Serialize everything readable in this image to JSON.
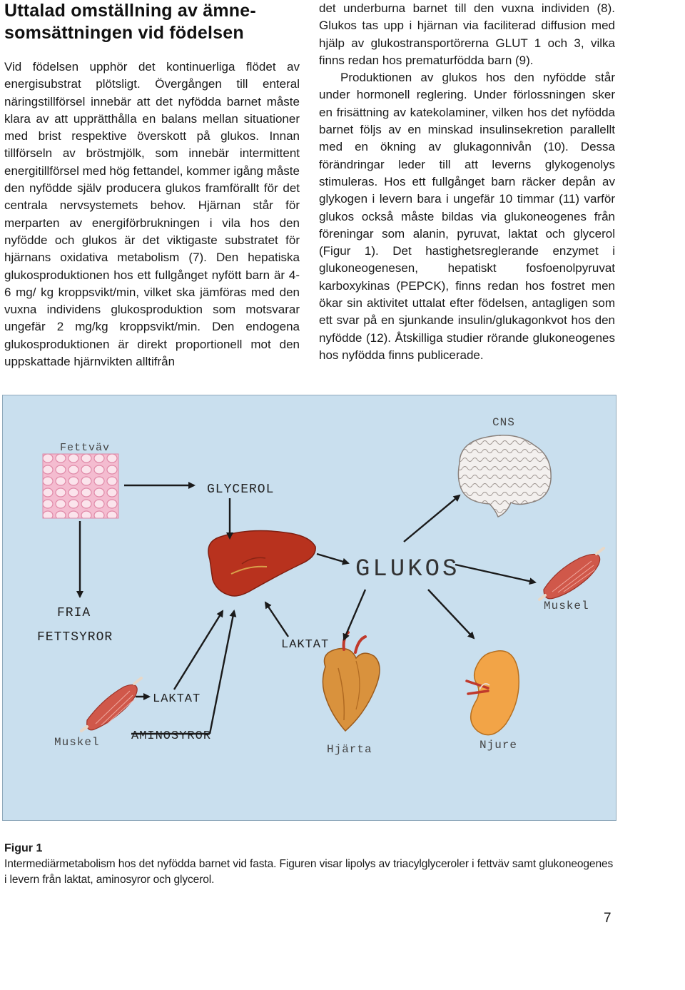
{
  "heading": "Uttalad omställning av ämnesomsättningen vid födelsen",
  "heading_line1": "Uttalad omställning av ämne-",
  "heading_line2": "somsättningen vid födelsen",
  "left_column": {
    "text": "Vid födelsen upphör det kontinuerliga flödet av energisubstrat plötsligt. Övergången till enteral näringstillförsel innebär att det nyfödda barnet måste klara av att upprätthålla en balans mellan situationer med brist respektive överskott på glukos. Innan tillförseln av bröstmjölk, som innebär intermittent energitillförsel med hög fettandel, kommer igång måste den nyfödde själv producera glukos framförallt för det centrala nervsystemets behov. Hjärnan står för merparten av energiförbrukningen i vila hos den nyfödde och glukos är det viktigaste substratet för hjärnans oxidativa metabolism (7). Den hepatiska glukosproduktionen hos ett fullgånget nyfött barn är 4-6 mg/ kg kroppsvikt/min, vilket ska jämföras med den vuxna individens glukosproduktion som motsvarar ungefär 2 mg/kg kroppsvikt/min. Den endogena glukosproduktionen är direkt proportionell mot den uppskattade hjärnvikten alltifrån"
  },
  "right_column": {
    "para1": "det underburna barnet till den vuxna individen (8). Glukos tas upp i hjärnan via faciliterad diffusion med hjälp av glukostransportörerna GLUT 1 och 3, vilka finns redan hos prematurfödda barn (9).",
    "para2": "Produktionen av glukos hos den nyfödde står under hormonell reglering. Under förlossningen sker en frisättning av katekolaminer, vilken hos det nyfödda barnet följs av en minskad insulinsekretion parallellt med en ökning av glukagonnivån (10). Dessa förändringar leder till att leverns glykogenolys stimuleras. Hos ett fullgånget barn räcker depån av glykogen i levern bara i ungefär 10 timmar (11) varför glukos också måste bildas via glukoneogenes från föreningar som alanin, pyruvat, laktat och glycerol (Figur 1). Det hastighetsreglerande enzymet i glukoneogenesen, hepatiskt fosfoenolpyruvat karboxykinas (PEPCK), finns redan hos fostret men ökar sin aktivitet uttalat efter födelsen, antagligen som ett svar på en sjunkande insulin/glukagonkvot hos den nyfödde (12). Åtskilliga studier rörande glukoneogenes hos nyfödda finns publicerade."
  },
  "figure": {
    "labels": {
      "fettvav": "Fettväv",
      "glycerol": "GLYCEROL",
      "cns": "CNS",
      "glukos": "GLUKOS",
      "fria": "FRIA",
      "fettsyror": "FETTSYROR",
      "laktat_top": "LAKTAT",
      "laktat_bottom": "LAKTAT",
      "aminosyror": "AMINOSYROR",
      "muskel_left": "Muskel",
      "muskel_right": "Muskel",
      "hjarta": "Hjärta",
      "njure": "Njure"
    },
    "colors": {
      "background": "#c9dfee",
      "liver": "#b8321e",
      "muscle": "#d0584a",
      "heart": "#d9923d",
      "kidney": "#f2a447",
      "fat": "#f4bcd0",
      "brain": "#f3f0ee",
      "arrow": "#1a1a1a"
    }
  },
  "caption": {
    "title": "Figur 1",
    "text": "Intermediärmetabolism hos det nyfödda barnet vid fasta. Figuren visar lipolys av triacylglyceroler i fettväv samt glukoneogenes i levern från laktat, aminosyror och glycerol."
  },
  "page_number": "7"
}
